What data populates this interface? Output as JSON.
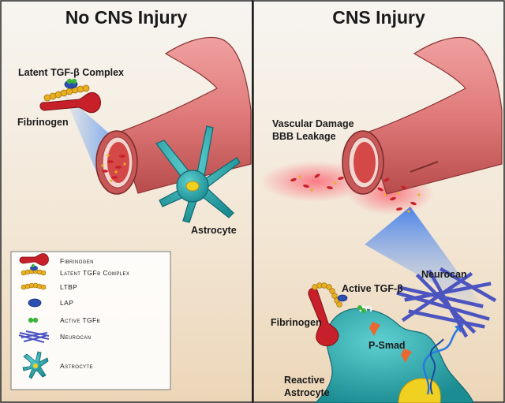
{
  "panels": {
    "left_title": "No CNS Injury",
    "right_title": "CNS Injury"
  },
  "labels": {
    "latent_complex": "Latent TGF-β Complex",
    "fibrinogen_left": "Fibrinogen",
    "astrocyte": "Astrocyte",
    "vascular_damage": "Vascular Damage",
    "bbb_leakage": "BBB Leakage",
    "active_tgf": "Active TGF-β",
    "neurocan": "Neurocan",
    "fibrinogen_right": "Fibrinogen",
    "psmad": "P-Smad",
    "reactive_line1": "Reactive",
    "reactive_line2": "Astrocyte"
  },
  "legend": {
    "items": [
      {
        "label": "Fibrinogen",
        "icon": "fibrinogen-icon"
      },
      {
        "label": "Latent TGFβ Complex",
        "icon": "latent-complex-icon"
      },
      {
        "label": "LTBP",
        "icon": "ltbp-icon"
      },
      {
        "label": "LAP",
        "icon": "lap-icon"
      },
      {
        "label": "Active TGFβ",
        "icon": "active-tgf-icon"
      },
      {
        "label": "Neurocan",
        "icon": "neurocan-icon"
      },
      {
        "label": "Astrocyte",
        "icon": "astrocyte-icon"
      }
    ]
  },
  "colors": {
    "fibrinogen": "#c8202a",
    "ltbp": "#e8b020",
    "lap": "#2c4fb0",
    "active_tgf": "#3cb43c",
    "neurocan": "#4c54c0",
    "astrocyte": "#2aa8ac",
    "vessel": "#e07878",
    "background_top": "#f6f4f0",
    "background_bottom": "#efdcc2"
  }
}
